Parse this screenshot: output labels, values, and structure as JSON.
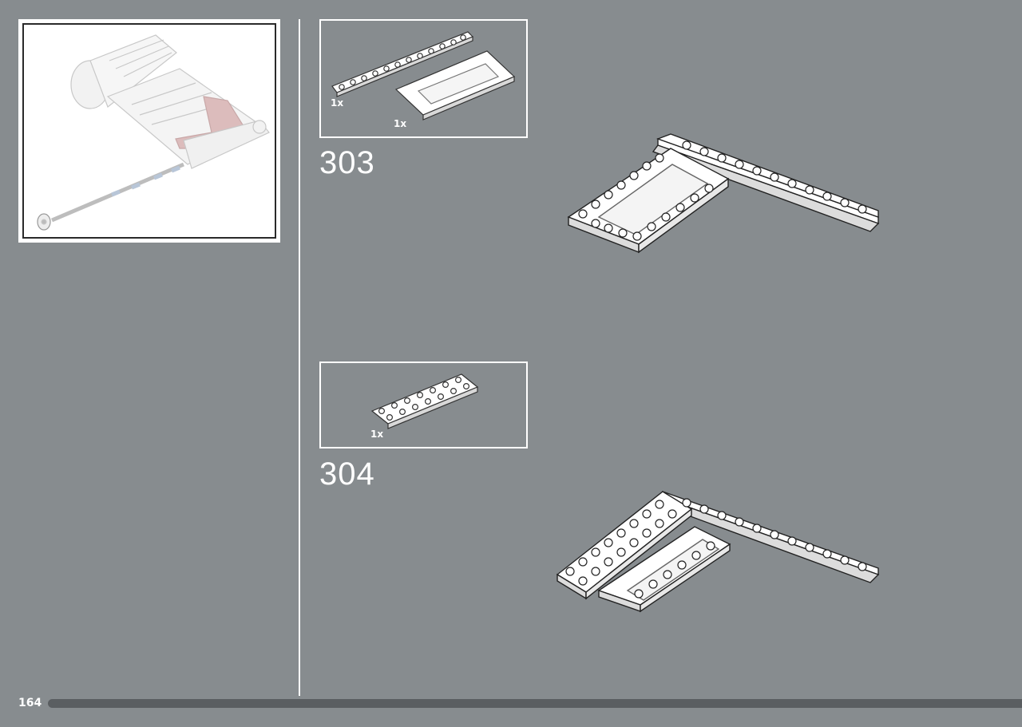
{
  "page": {
    "number": "164"
  },
  "steps": [
    {
      "number": "303",
      "parts": [
        {
          "qty": "1x"
        },
        {
          "qty": "1x"
        }
      ]
    },
    {
      "number": "304",
      "parts": [
        {
          "qty": "1x"
        }
      ]
    }
  ],
  "colors": {
    "background": "#878c8f",
    "frame": "#ffffff",
    "accent": "#b98a8a"
  }
}
